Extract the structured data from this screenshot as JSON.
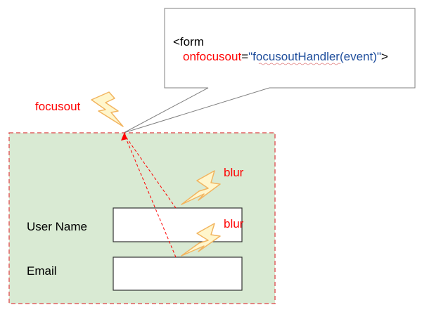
{
  "code": {
    "line1": "<form",
    "attr_name": "onfocusout",
    "equals": "=",
    "attr_value": "\"focusoutHandler(event)\"",
    "close": ">"
  },
  "events": {
    "focusout": "focusout",
    "blur_username": "blur",
    "blur_email": "blur"
  },
  "fields": {
    "username_label": "User Name",
    "email_label": "Email"
  },
  "colors": {
    "form_fill": "#d9ead3",
    "form_border": "#e06060",
    "event_text": "#ff0000",
    "attr_value_text": "#1f4e9c",
    "arrow": "#ff0000",
    "lightning_stroke": "#f2b560",
    "lightning_fill": "#fff6cc"
  }
}
